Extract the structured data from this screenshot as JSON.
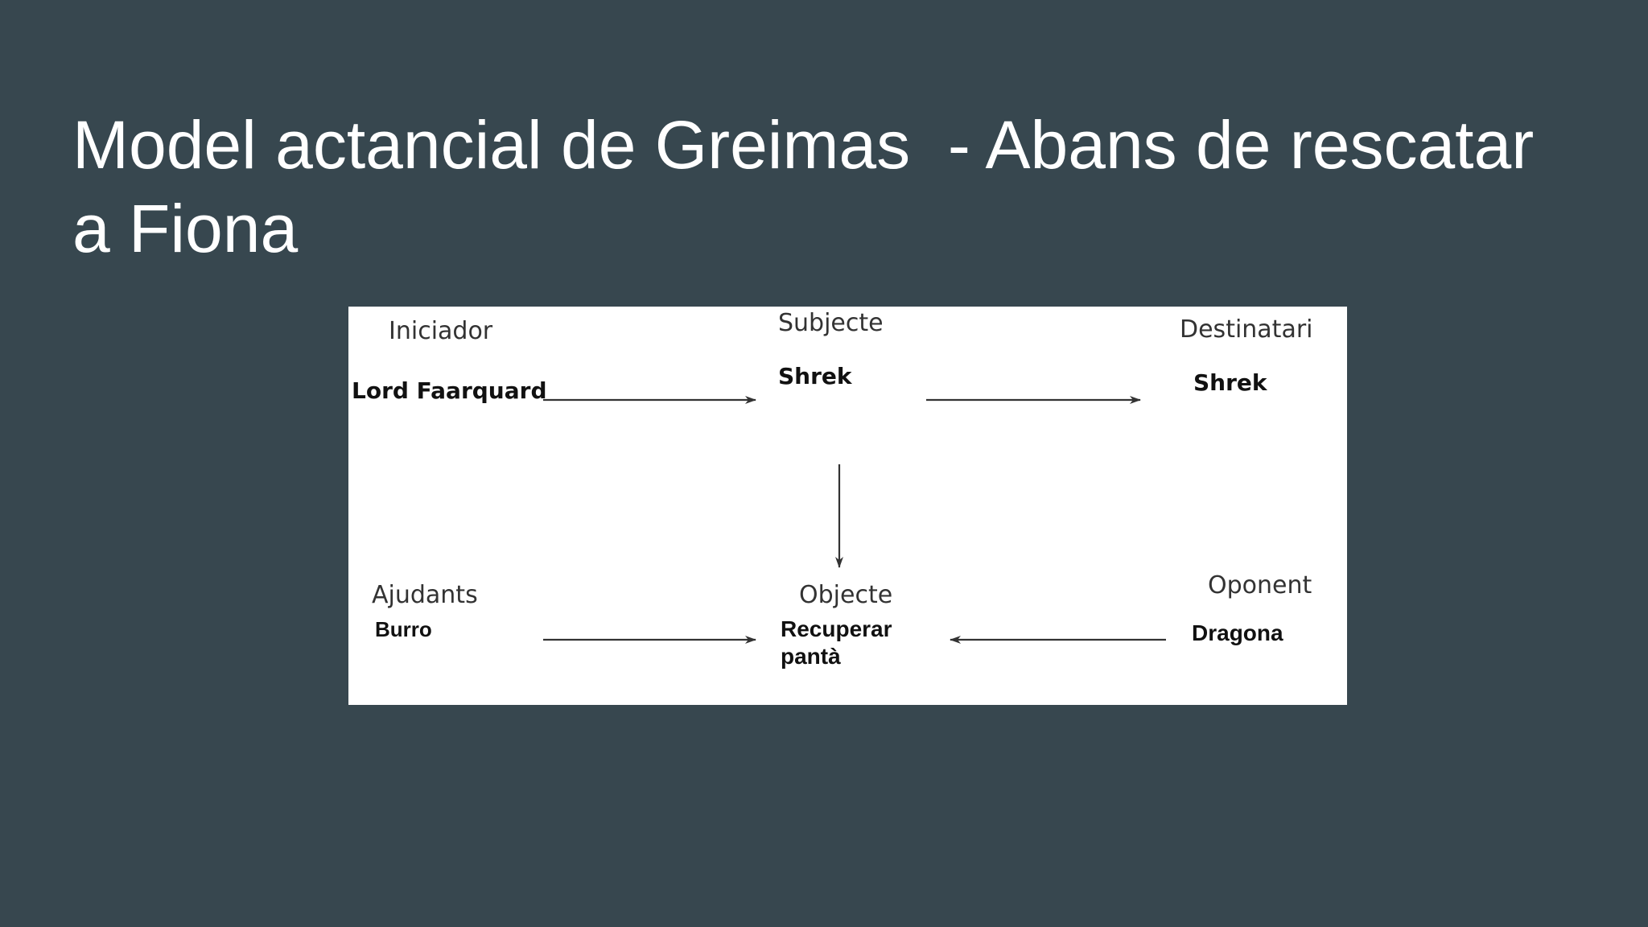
{
  "slide": {
    "title": "Model actancial de Greimas  - Abans de rescatar a Fiona"
  },
  "diagram": {
    "nodes": {
      "iniciador": {
        "label": "Iniciador",
        "value": "Lord Faarquard"
      },
      "subjecte": {
        "label": "Subjecte",
        "value": "Shrek"
      },
      "destinatari": {
        "label": "Destinatari",
        "value": "Shrek"
      },
      "ajudants": {
        "label": "Ajudants",
        "value": "Burro"
      },
      "objecte": {
        "label": "Objecte",
        "value": "Recuperar\npantà"
      },
      "oponent": {
        "label": "Oponent",
        "value": "Dragona"
      }
    },
    "edges": [
      {
        "from": "iniciador",
        "to": "subjecte"
      },
      {
        "from": "subjecte",
        "to": "destinatari"
      },
      {
        "from": "subjecte",
        "to": "objecte"
      },
      {
        "from": "ajudants",
        "to": "objecte"
      },
      {
        "from": "oponent",
        "to": "objecte"
      }
    ],
    "colors": {
      "background": "#37474f",
      "panel": "#ffffff",
      "arrow": "#333333"
    }
  }
}
